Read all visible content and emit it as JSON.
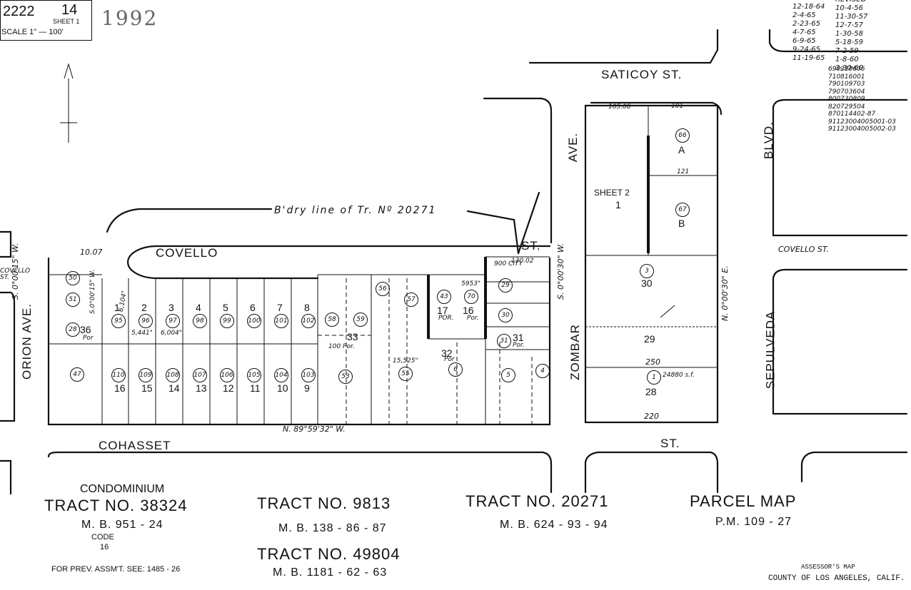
{
  "header": {
    "map_book": "2222",
    "page": "14",
    "sheet_label": "SHEET 1",
    "scale": "SCALE 1\" — 100'",
    "year": "1992"
  },
  "revisions": {
    "col1": [
      "12-18-64",
      "2-4-65",
      "2-23-65",
      "4-7-65",
      "6-9-65",
      "9-24-65",
      "11-19-65"
    ],
    "col2": [
      "REVISED",
      "10-4-56",
      "11-30-57",
      "12-7-57",
      "1-30-58",
      "5-18-59",
      "7-2-59",
      "1-8-60",
      "3-30-60"
    ],
    "col3": [
      "690218606",
      "710816001",
      "790109703",
      "790703604",
      "800730809",
      "820729504",
      "870114402-87",
      "91123004005001-03",
      "91123004005002-03"
    ]
  },
  "streets": {
    "saticoy": "SATICOY ST.",
    "covello": "COVELLO",
    "covello_st": "ST.",
    "covello_east": "COVELLO ST.",
    "orion": "ORION AVE.",
    "covello_west": "COVELLO ST.",
    "cohasset": "COHASSET",
    "cohasset_st": "ST.",
    "zombar": "ZOMBAR",
    "ave": "AVE.",
    "sepulveda": "SEPULVEDA",
    "blvd": "BLVD."
  },
  "boundary_label": "B'dry line of Tr. Nº 20271",
  "sheet2": {
    "label": "SHEET 2",
    "num": "1"
  },
  "lots_bottom": [
    {
      "n": "16",
      "c": "110"
    },
    {
      "n": "15",
      "c": "109"
    },
    {
      "n": "14",
      "c": "108"
    },
    {
      "n": "13",
      "c": "107"
    },
    {
      "n": "12",
      "c": "106"
    },
    {
      "n": "11",
      "c": "105"
    },
    {
      "n": "10",
      "c": "104"
    },
    {
      "n": "9",
      "c": "103"
    }
  ],
  "lots_top": [
    {
      "n": "1",
      "c": "95"
    },
    {
      "n": "2",
      "c": "96"
    },
    {
      "n": "3",
      "c": "97"
    },
    {
      "n": "4",
      "c": "98"
    },
    {
      "n": "5",
      "c": "99"
    },
    {
      "n": "6",
      "c": "100"
    },
    {
      "n": "7",
      "c": "101"
    },
    {
      "n": "8",
      "c": "102"
    }
  ],
  "east_lots": {
    "a": "A",
    "b": "B",
    "c66": "66",
    "c67": "67",
    "l30": "30",
    "l29": "29",
    "l28": "28",
    "c3": "3",
    "c1": "1",
    "area28": "24880 s.f.",
    "d250": "250",
    "d220": "220",
    "d121": "121",
    "d101": "101",
    "d105": "105.06"
  },
  "misc_parcels": {
    "p36": "36",
    "p36por": "Por",
    "c50": "50",
    "c51": "51",
    "c28": "28",
    "c47": "47",
    "p33": "33",
    "p100por": "100 Por.",
    "c58": "58",
    "c59": "59",
    "c53": "53",
    "c55": "55",
    "c56": "56",
    "c57": "57",
    "c43": "43",
    "c70": "70",
    "p17": "17",
    "p17por": "POR.",
    "p16": "16",
    "p16por": "Por.",
    "p32": "32",
    "p32por": "Por",
    "c6": "6",
    "c5": "5",
    "c4": "4",
    "c29": "29",
    "c30": "30",
    "c31": "31",
    "p31": "31",
    "p31por": "Por.",
    "area1": "5,441\"",
    "area2": "6,004\"",
    "area3": "6,104\"",
    "area4": "15,525\"",
    "area5": "5953\"",
    "d10007": "10.07",
    "city": "900 CITY",
    "d13002": "130.02"
  },
  "bearings": {
    "b1": "S. 0°00'15\" W.",
    "b2": "S. 0°00'30\" W.",
    "b3": "N. 0°00'30\" E.",
    "b4": "N. 89°59'32\" W.",
    "b5": "S.0°00'15\" W."
  },
  "tracts": {
    "condo": "CONDOMINIUM",
    "t1": "TRACT NO. 38324",
    "t1mb": "M. B. 951 - 24",
    "t1code": "CODE",
    "t1codev": "16",
    "t2": "TRACT NO. 9813",
    "t2mb": "M. B. 138 - 86 - 87",
    "t3": "TRACT NO. 49804",
    "t3mb": "M. B. 1181 - 62 - 63",
    "t4": "TRACT NO. 20271",
    "t4mb": "M. B. 624 - 93 - 94",
    "t5": "PARCEL MAP",
    "t5mb": "P.M. 109 - 27"
  },
  "footer": {
    "prev": "FOR PREV. ASSM'T. SEE: 1485 - 26",
    "assessor": "ASSESSOR'S MAP",
    "county": "COUNTY OF LOS ANGELES, CALIF."
  }
}
